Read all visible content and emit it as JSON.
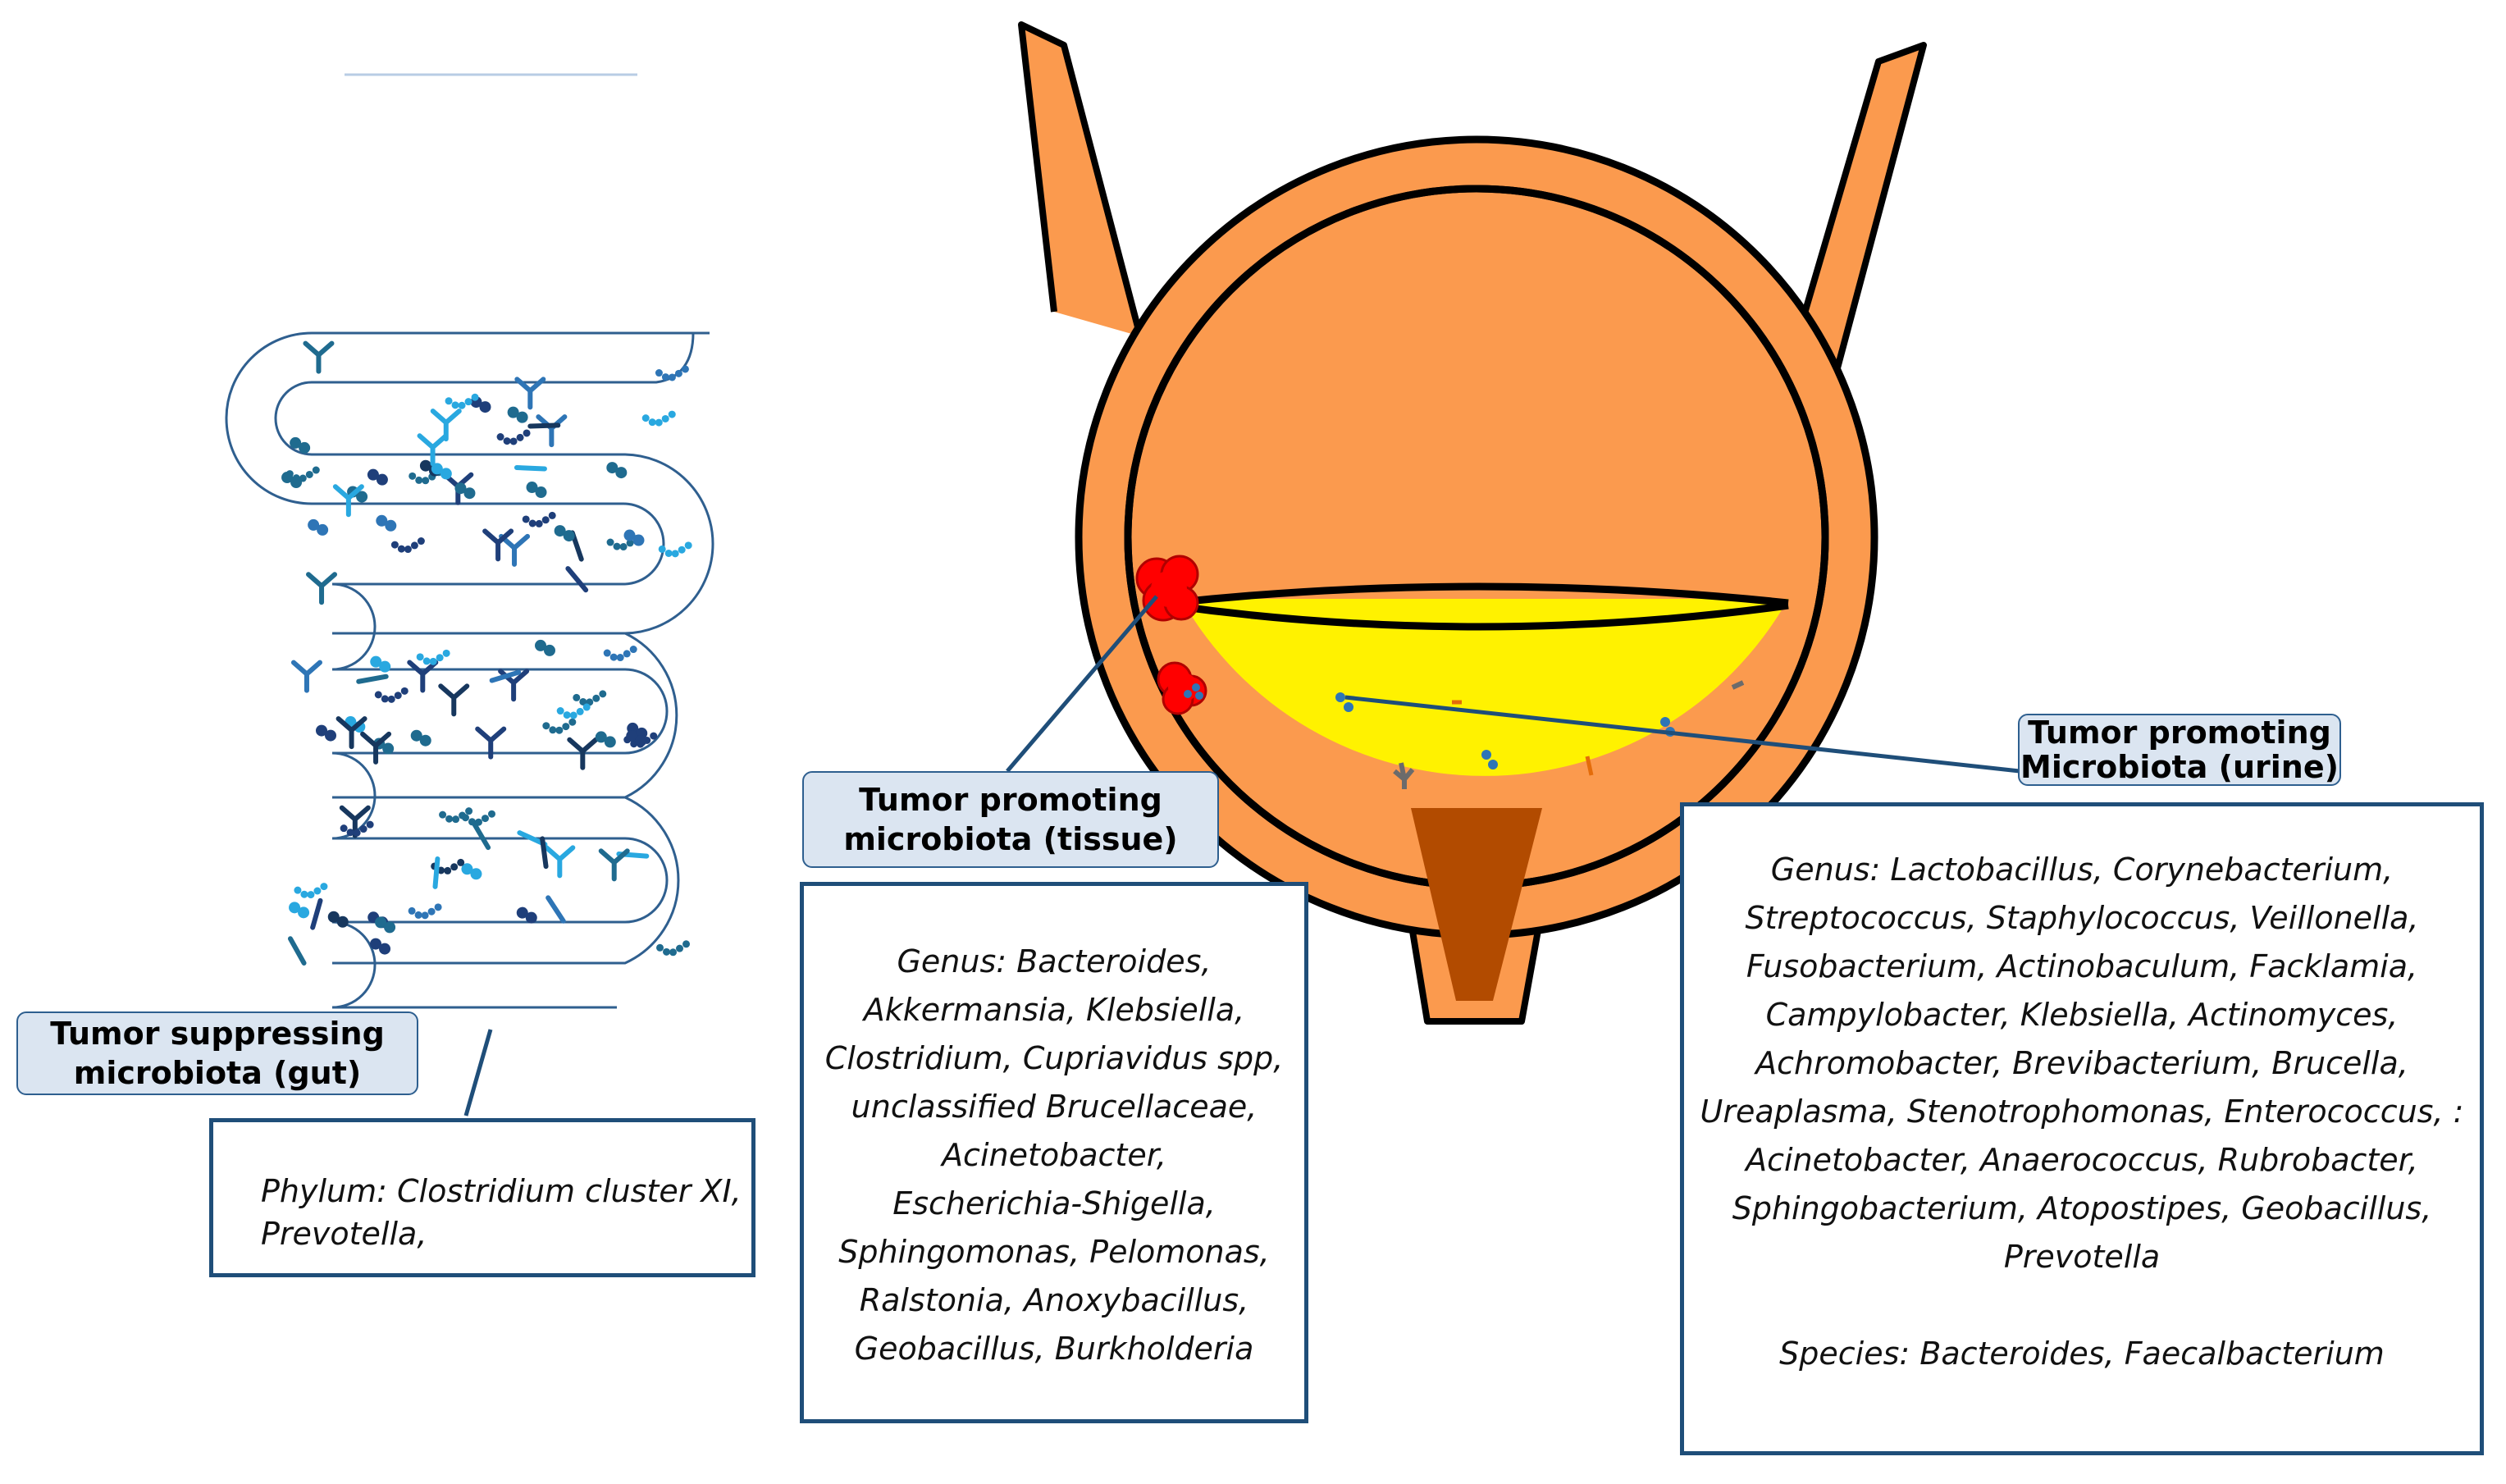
{
  "labels": {
    "gut": {
      "line1": "Tumor suppressing",
      "line2": "microbiota (gut)"
    },
    "tissue": {
      "line1": "Tumor promoting",
      "line2": "microbiota (tissue)"
    },
    "urine": {
      "line1": "Tumor promoting",
      "line2": "Microbiota (urine)"
    }
  },
  "boxes": {
    "gut": [
      "Phylum: Clostridium cluster XI,",
      "Prevotella,"
    ],
    "tissue": [
      "Genus:  Bacteroides,",
      "Akkermansia, Klebsiella,",
      "Clostridium, Cupriavidus spp,",
      "unclassified Brucellaceae,",
      "Acinetobacter,",
      "Escherichia-Shigella,",
      "Sphingomonas, Pelomonas,",
      "Ralstonia, Anoxybacillus,",
      "Geobacillus, Burkholderia"
    ],
    "urine_genus": [
      "Genus: Lactobacillus, Corynebacterium,",
      "Streptococcus, Staphylococcus, Veillonella,",
      "Fusobacterium, Actinobaculum, Facklamia,",
      "Campylobacter, Klebsiella, Actinomyces,",
      "Achromobacter, Brevibacterium, Brucella,",
      "Ureaplasma,  Stenotrophomonas, Enterococcus, :",
      "Acinetobacter, Anaerococcus, Rubrobacter,",
      "Sphingobacterium, Atopostipes, Geobacillus,",
      "Prevotella"
    ],
    "urine_species": "Species: Bacteroides, Faecalbacterium"
  },
  "colors": {
    "bladder_wall": "#fb9a4e",
    "urine": "#fff200",
    "urethra": "#b24b00",
    "tumor": "#ff0000",
    "label_fill": "#dbe5f1",
    "box_border": "#1f4e79",
    "connector": "#1f4e79"
  }
}
